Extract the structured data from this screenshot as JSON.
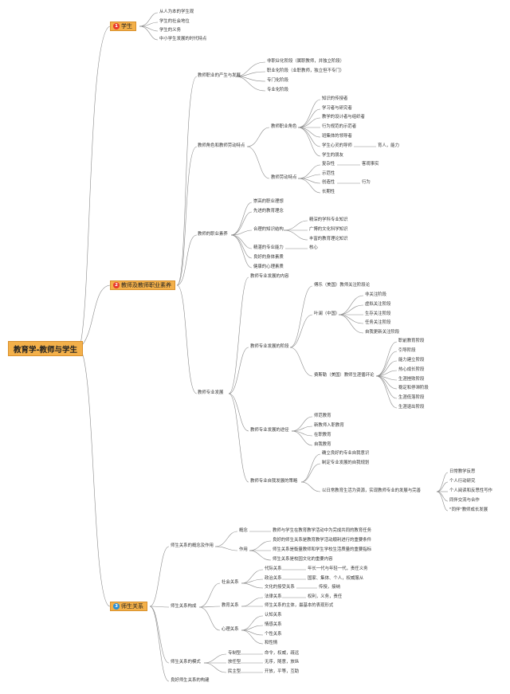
{
  "root": {
    "label": "教育学-教师与学生"
  },
  "categories": [
    {
      "num": "1",
      "label": "学生",
      "num_color": "#e8392c"
    },
    {
      "num": "2",
      "label": "教师及教师职业素养",
      "num_color": "#e8392c"
    },
    {
      "num": "3",
      "label": "师生关系",
      "num_color": "#2a8fd6"
    }
  ],
  "nodes": [
    "从人为本的学生观",
    "学生的社会地位",
    "学生的义务",
    "中小学生发展的时代特点",
    "教师职业的产生与发展",
    "非职业化阶段（属职教师，并独立阶段）",
    "职业化阶段（业职教师，独立但不专门）",
    "专门化阶段",
    "专业化阶段",
    "教师角色和教师劳动特点",
    "教师职业角色",
    "知识的传授者",
    "学习者与研究者",
    "教学的设计者与组织者",
    "行为规范的示范者",
    "班集体的领导者",
    "学生心灵的导师",
    "育人，能力",
    "学生的朋友",
    "教师劳动特点",
    "复杂性",
    "创造性",
    "示范性",
    "长期性",
    "客观事实",
    "行为",
    "教师的职业素养",
    "崇高的职业理想",
    "先进的教育理念",
    "合理的知识结构",
    "精深的学科专业知识",
    "广博的文化科学知识",
    "丰富的教育理论知识",
    "精湛的专业能力",
    "核心",
    "良好的身体素质",
    "健康的心理素质",
    "教师专业发展",
    "教师专业发展的内容",
    "教师专业发展的阶段",
    "傅乐（美国）教师关注阶段论",
    "叶澜（中国）",
    "非关注阶段",
    "虚拟关注阶段",
    "生存关注阶段",
    "任务关注阶段",
    "自我更新关注阶段",
    "费斯勒（美国）教师生涯循环论",
    "职前教育阶段",
    "引导阶段",
    "能力建立阶段",
    "热心成长阶段",
    "生涯挫败阶段",
    "稳定和停滞阶段",
    "生涯低落阶段",
    "生涯退出阶段",
    "教师专业发展的途径",
    "师范教育",
    "新教师入职教育",
    "在职教育",
    "自我教育",
    "教师专业自我发展的策略",
    "确立良好的专业自我意识",
    "制定专业发展的自我规划",
    "以日常教育生活为资源，实现教师专业的发展与完善",
    "日常教学反思",
    "个人行动研究",
    "个人阅读和反思性写作",
    "同伴交流与合作",
    "\"同伴\"教师成长发展",
    "师生关系的概念及作用",
    "概念",
    "教师与学生在教育教学活动中为完成共同的教育任务",
    "作用",
    "良好的师生关系是教育教学活动顺利进行的重要条件",
    "师生关系是衡量教师和学生学校生活质量的重要指标",
    "师生关系是校园文化的重要内容",
    "师生关系构成",
    "社会关系",
    "代际关系",
    "年长一代与年轻一代，责任义务",
    "政治关系",
    "国家、集体、个人，权威服从",
    "文化的授受关系",
    "传授，接纳",
    "教育关系",
    "法律关系",
    "权利，义务，责任",
    "师生关系的主体，最基本的表现形式",
    "心理关系",
    "认知关系",
    "情感关系",
    "个性关系",
    "和性情",
    "师生关系的模式",
    "专制型",
    "命令，权威，疏远",
    "放任型",
    "无序，随意，放纵",
    "民主型",
    "开放，平等，互助",
    "良好师生关系的构建"
  ]
}
